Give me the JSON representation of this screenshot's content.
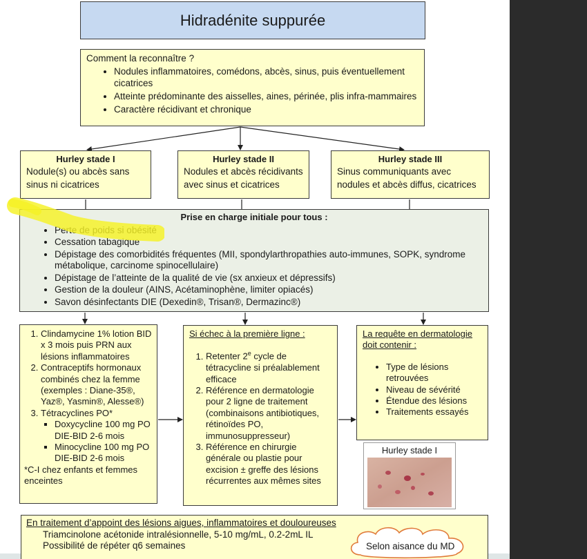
{
  "title": "Hidradénite suppurée",
  "recognition": {
    "heading": "Comment la reconnaître ?",
    "items": [
      "Nodules inflammatoires, comédons, abcès, sinus, puis éventuellement cicatrices",
      "Atteinte prédominante des aisselles, aines, périnée, plis infra-mammaires",
      "Caractère récidivant et chronique"
    ]
  },
  "stages": [
    {
      "heading": "Hurley stade I",
      "text": "Nodule(s) ou abcès sans sinus ni cicatrices"
    },
    {
      "heading": "Hurley stade II",
      "text": "Nodules et abcès récidivants avec sinus et cicatrices"
    },
    {
      "heading": "Hurley stade III",
      "text": "Sinus communiquants avec nodules et abcès diffus, cicatrices"
    }
  ],
  "initial_care": {
    "heading": "Prise en charge initiale pour tous :",
    "items": [
      "Perte de poids si obésité",
      "Cessation tabagique",
      "Dépistage des comorbidités fréquentes (MII, spondylarthropathies auto-immunes, SOPK, syndrome métabolique, carcinome spinocellulaire)",
      "Dépistage de l’atteinte de la qualité de vie (sx anxieux et dépressifs)",
      "Gestion de la douleur (AINS, Acétaminophène, limiter opiacés)",
      "Savon désinfectants DIE (Dexedin®, Trisan®, Dermazinc®)"
    ]
  },
  "first_line": {
    "items": [
      {
        "text": "Clindamycine 1% lotion BID x 3 mois puis PRN aux lésions inflammatoires"
      },
      {
        "text": "Contraceptifs hormonaux combinés chez la femme (exemples : Diane-35®, Yaz®, Yasmin®, Alesse®)"
      },
      {
        "text": "Tétracyclines PO*",
        "subitems": [
          "Doxycycline 100 mg PO DIE-BID 2-6 mois",
          "Minocycline 100 mg PO DIE-BID 2-6 mois"
        ]
      }
    ],
    "footnote": "*C-I chez enfants et femmes enceintes"
  },
  "second_line": {
    "heading": "Si échec à la première ligne :",
    "item1_pre": "Retenter 2",
    "item1_sup": "e",
    "item1_post": " cycle de tétracycline si préalablement efficace",
    "item2": "Référence en dermatologie pour 2 ligne de traitement (combinaisons antibiotiques, rétinoïdes PO, immunosuppresseur)",
    "item3": "Référence en chirurgie générale ou plastie pour excision ± greffe des lésions récurrentes aux mêmes sites"
  },
  "referral": {
    "heading": "La requête en dermatologie doit contenir :",
    "items": [
      "Type de lésions retrouvées",
      "Niveau de sévérité",
      "Étendue des lésions",
      "Traitements essayés"
    ]
  },
  "photo": {
    "caption": "Hurley stade I"
  },
  "adjunct": {
    "heading": "En traitement d’appoint des lésions aigues, inflammatoires et douloureuses",
    "line1": "Triamcinolone acétonide intralésionnelle, 5-10 mg/mL, 0.2-2mL IL",
    "line2": "Possibilité de répéter q6 semaines"
  },
  "cloud_note": "Selon aisance du MD",
  "colors": {
    "title_bg": "#c6d9f1",
    "box_bg": "#ffffcc",
    "initial_bg": "#ebf0e6",
    "highlight": "#f5f224"
  }
}
